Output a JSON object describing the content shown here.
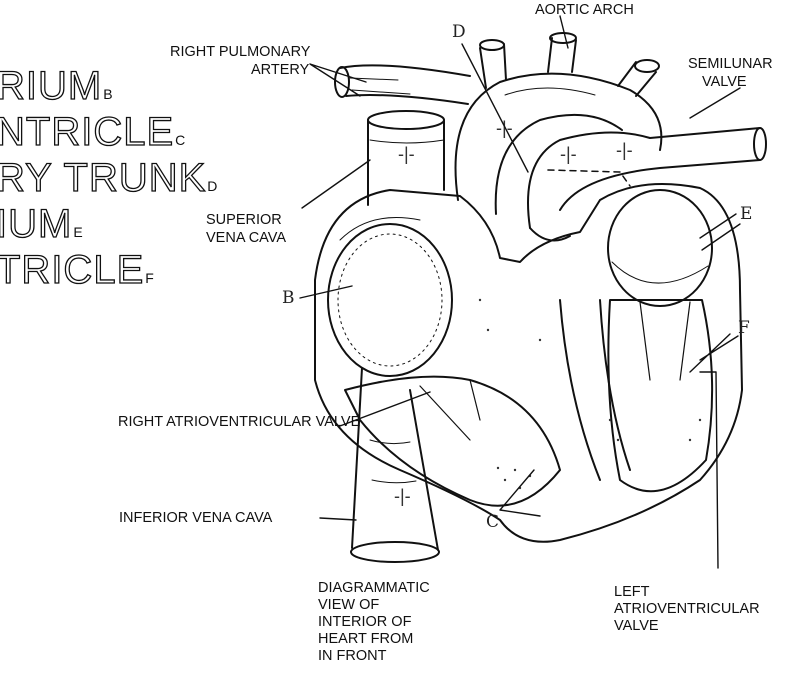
{
  "side_list": [
    {
      "text": "RIUM",
      "sub": "B"
    },
    {
      "text": "NTRICLE",
      "sub": "C"
    },
    {
      "text": "RY TRUNK",
      "sub": "D"
    },
    {
      "text": "IUM",
      "sub": "E"
    },
    {
      "text": "TRICLE",
      "sub": "F"
    }
  ],
  "labels": {
    "aortic_arch": "AORTIC ARCH",
    "right_pulmonary_artery_1": "RIGHT PULMONARY",
    "right_pulmonary_artery_2": "ARTERY",
    "semilunar_valve_1": "SEMILUNAR",
    "semilunar_valve_2": "VALVE",
    "superior_vena_cava_1": "SUPERIOR",
    "superior_vena_cava_2": "VENA CAVA",
    "right_av_valve": "RIGHT ATRIOVENTRICULAR VALVE",
    "inferior_vena_cava": "INFERIOR VENA CAVA",
    "caption": [
      "DIAGRAMMATIC",
      "VIEW OF",
      "INTERIOR OF",
      "HEART FROM",
      "IN FRONT"
    ],
    "left_av_valve": [
      "LEFT",
      "ATRIOVENTRICULAR",
      "VALVE"
    ]
  },
  "letters": {
    "b": "B",
    "c": "C",
    "d": "D",
    "e": "E",
    "f": "F"
  }
}
